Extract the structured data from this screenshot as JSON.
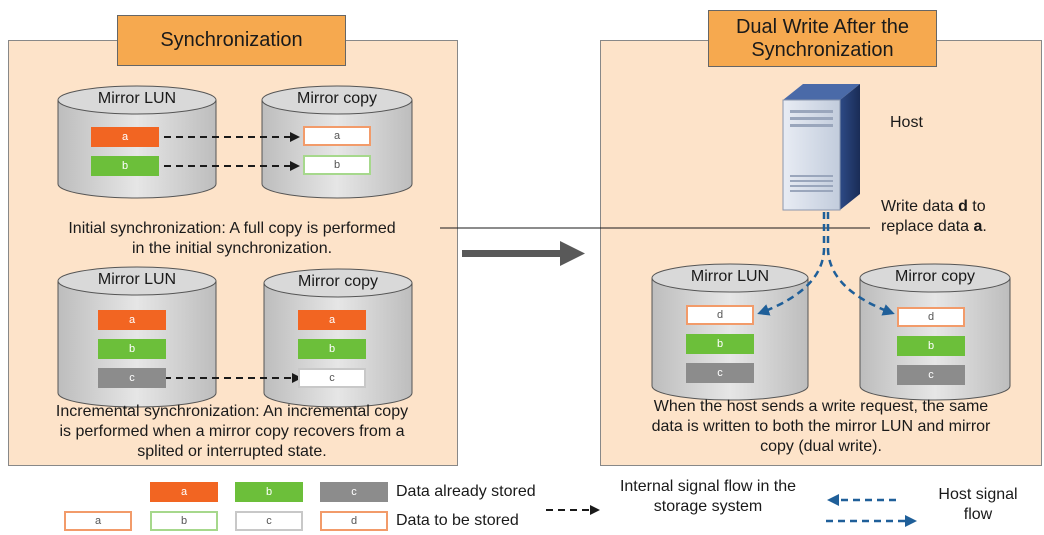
{
  "left_panel": {
    "title": "Synchronization",
    "initial": {
      "source_label": "Mirror LUN",
      "target_label": "Mirror copy",
      "caption_line1": "Initial synchronization: A full copy is performed",
      "caption_line2": "in the initial synchronization."
    },
    "incremental": {
      "source_label": "Mirror LUN",
      "target_label": "Mirror copy",
      "caption_line1": "Incremental synchronization: An incremental copy",
      "caption_line2": "is performed when a mirror copy recovers from a",
      "caption_line3": "splited or interrupted state."
    }
  },
  "right_panel": {
    "title_line1": "Dual Write After the",
    "title_line2": "Synchronization",
    "host_label": "Host",
    "write_note_prefix": "Write data ",
    "write_note_data": "d",
    "write_note_mid": " to",
    "write_note_line2_prefix": "replace data ",
    "write_note_line2_data": "a",
    "write_note_line2_suffix": ".",
    "lun_label": "Mirror LUN",
    "copy_label": "Mirror copy",
    "caption_line1": "When the host sends a write request, the same",
    "caption_line2": "data is written to both the mirror LUN and mirror",
    "caption_line3": "copy (dual write)."
  },
  "blocks": {
    "a": "a",
    "b": "b",
    "c": "c",
    "d": "d"
  },
  "legend": {
    "stored": "Data already stored",
    "to_store": "Data to be stored",
    "internal_line1": "Internal signal flow in the",
    "internal_line2": "storage system",
    "host_line1": "Host signal",
    "host_line2": "flow"
  },
  "colors": {
    "panel_fill": "#fde3c9",
    "title_fill": "#f6a94f",
    "stored_a": "#f26522",
    "stored_b": "#6cbf3a",
    "stored_c": "#8c8c8c",
    "host_flow": "#1f5f99"
  }
}
